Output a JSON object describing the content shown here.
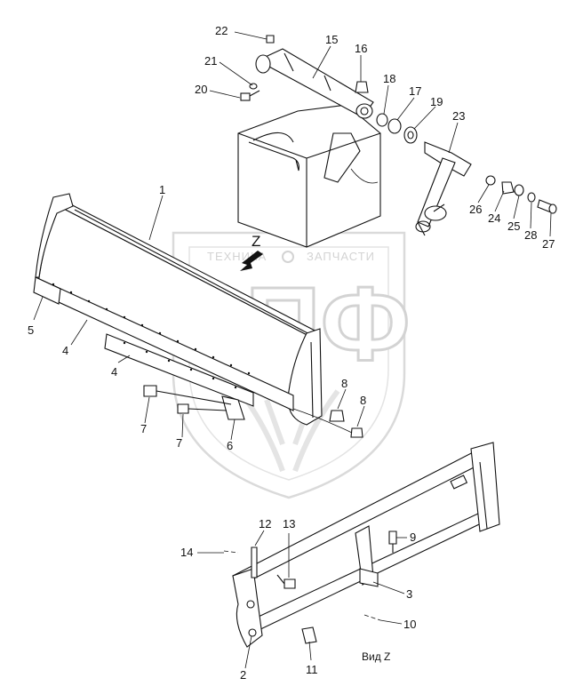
{
  "watermark": {
    "top_left": "ТЕХНИКА",
    "top_right": "ЗАПЧАСТИ",
    "big": "ЭПФ"
  },
  "view_marker": "Z",
  "view_caption": "Вид Z",
  "callouts": [
    "22",
    "15",
    "16",
    "21",
    "18",
    "17",
    "19",
    "23",
    "20",
    "26",
    "24",
    "25",
    "28",
    "27",
    "1",
    "5",
    "4",
    "4",
    "8",
    "8",
    "7",
    "7",
    "6",
    "12",
    "13",
    "9",
    "14",
    "3",
    "10",
    "11",
    "2"
  ]
}
